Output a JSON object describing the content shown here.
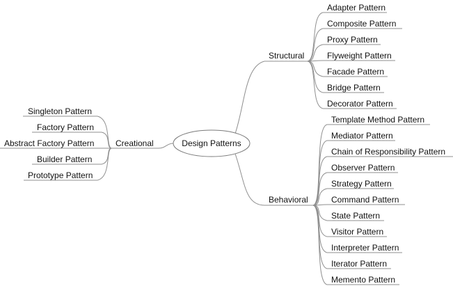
{
  "root": {
    "label": "Design Patterns"
  },
  "branches": {
    "creational": {
      "label": "Creational",
      "items": [
        "Singleton Pattern",
        "Factory Pattern",
        "Abstract Factory Pattern",
        "Builder Pattern",
        "Prototype Pattern"
      ]
    },
    "structural": {
      "label": "Structural",
      "items": [
        "Adapter Pattern",
        "Composite Pattern",
        "Proxy Pattern",
        "Flyweight Pattern",
        "Facade Pattern",
        "Bridge Pattern",
        "Decorator Pattern"
      ]
    },
    "behavioral": {
      "label": "Behavioral",
      "items": [
        "Template Method Pattern",
        "Mediator Pattern",
        "Chain of Responsibility Pattern",
        "Observer Pattern",
        "Strategy Pattern",
        "Command Pattern",
        "State Pattern",
        "Visitor Pattern",
        "Interpreter Pattern",
        "Iterator Pattern",
        "Memento Pattern"
      ]
    }
  },
  "colors": {
    "line": "#8f8f8f",
    "text": "#111111",
    "background": "#ffffff"
  }
}
